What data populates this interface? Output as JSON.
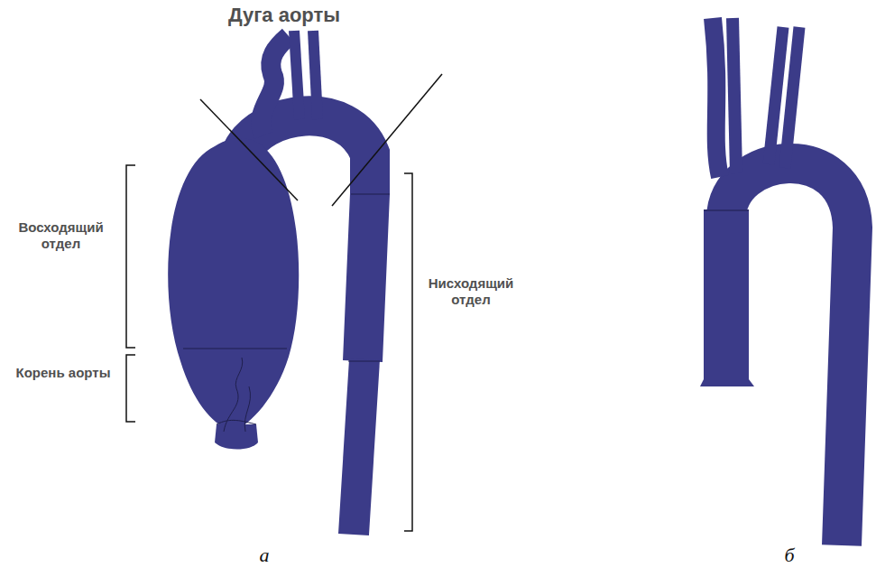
{
  "diagram": {
    "labels": [
      "Дуга аорты",
      "Восходящий отдел",
      "Корень аорты",
      "Нисходящий отдел",
      "а",
      "б"
    ]
  }
}
